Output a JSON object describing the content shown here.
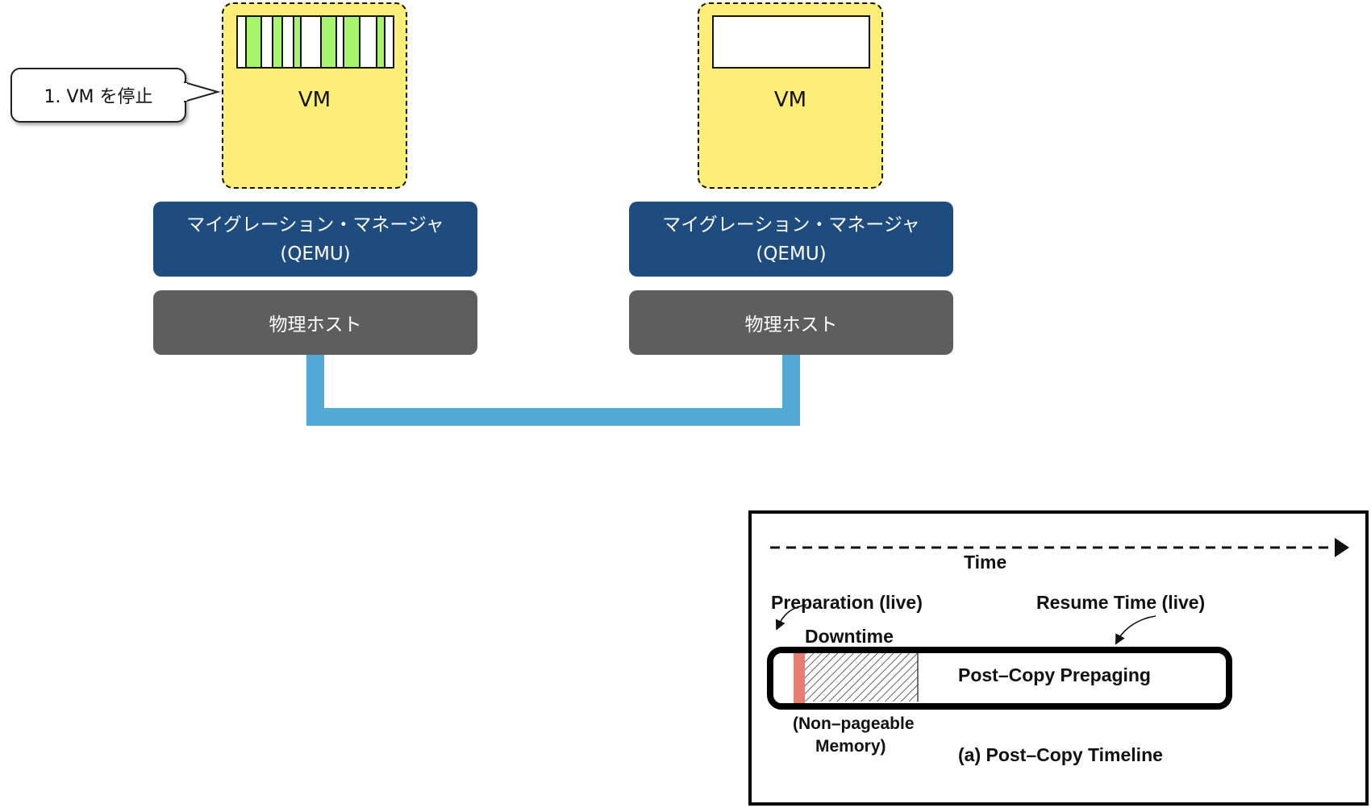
{
  "callout": {
    "text": "1. VM を停止"
  },
  "source_host": {
    "vm": {
      "label": "VM",
      "memory_pages": [
        {
          "state": "clean"
        },
        {
          "state": "dirty"
        },
        {
          "state": "clean"
        },
        {
          "state": "dirty"
        },
        {
          "state": "clean"
        },
        {
          "state": "dirty"
        },
        {
          "state": "clean"
        },
        {
          "state": "dirty"
        },
        {
          "state": "clean"
        },
        {
          "state": "dirty"
        },
        {
          "state": "clean"
        },
        {
          "state": "dirty"
        },
        {
          "state": "clean"
        }
      ],
      "memory_page_boundaries": [
        0,
        0.051,
        0.153,
        0.224,
        0.286,
        0.357,
        0.408,
        0.536,
        0.633,
        0.684,
        0.786,
        0.898,
        0.949,
        1
      ]
    },
    "manager": {
      "line1": "マイグレーション・マネージャ",
      "line2": "(QEMU)"
    },
    "host": {
      "label": "物理ホスト"
    }
  },
  "destination_host": {
    "vm": {
      "label": "VM",
      "memory_pages": []
    },
    "manager": {
      "line1": "マイグレーション・マネージャ",
      "line2": "(QEMU)"
    },
    "host": {
      "label": "物理ホスト"
    }
  },
  "colors": {
    "vm_fill": "#FCEE77",
    "dirty_page": "#A6F56D",
    "manager": "#1F4C7E",
    "host": "#5E5E5E",
    "network": "#50AAD3",
    "preparation": "#E87E72",
    "preparation_dark": "#A03327"
  },
  "timeline": {
    "axis_label": "Time",
    "preparation_label": "Preparation (live)",
    "downtime_label": "Downtime",
    "resume_label": "Resume Time (live)",
    "phase_label": "Post–Copy Prepaging",
    "nonpageable_line1": "(Non–pageable",
    "nonpageable_line2": "Memory)",
    "caption": "(a) Post–Copy Timeline"
  }
}
